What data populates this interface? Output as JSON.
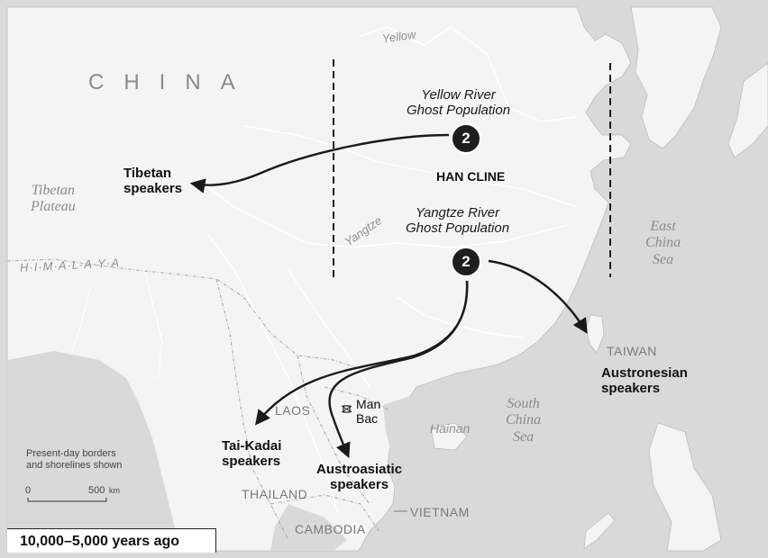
{
  "labels": {
    "china": "CHINA",
    "tibetan_plateau": "Tibetan\nPlateau",
    "himalaya": "H·I·M·A·L·A·Y·A",
    "yellow_river": "Yellow",
    "yangtze": "Yangtze",
    "east_china_sea": "East\nChina\nSea",
    "south_china_sea": "South\nChina\nSea",
    "hainan": "Hainan",
    "taiwan": "TAIWAN",
    "laos": "LAOS",
    "thailand": "THAILAND",
    "cambodia": "CAMBODIA",
    "vietnam": "VIETNAM",
    "man_bac": "Man\nBac",
    "han_cline": "HAN CLINE"
  },
  "populations": {
    "yellow": {
      "label": "Yellow River\nGhost Population",
      "badge": "2"
    },
    "yangtze": {
      "label": "Yangtze River\nGhost Population",
      "badge": "2"
    }
  },
  "groups": {
    "tibetan": "Tibetan\nspeakers",
    "austronesian": "Austronesian\nspeakers",
    "tai_kadai": "Tai-Kadai\nspeakers",
    "austroasiatic": "Austroasiatic\nspeakers"
  },
  "legend": {
    "note": "Present-day borders\nand shorelines shown",
    "scale_zero": "0",
    "scale_max": "500",
    "scale_unit": "km"
  },
  "period": "10,000–5,000 years ago",
  "colors": {
    "land": "#f4f4f4",
    "sea": "#d9d9d9",
    "river": "#ffffff",
    "arrow": "#1a1a1a"
  }
}
